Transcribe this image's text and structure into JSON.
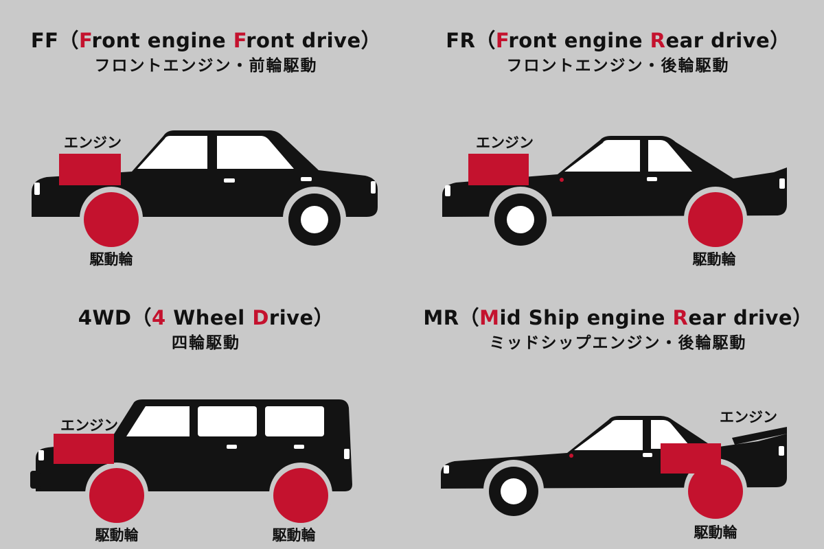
{
  "colors": {
    "background": "#c9c9c9",
    "accent": "#c4122e",
    "body": "#131313",
    "white": "#ffffff"
  },
  "panels": {
    "ff": {
      "title": {
        "pre": "FF（",
        "a1": "F",
        "mid1": "ront engine ",
        "a2": "F",
        "post": "ront drive）"
      },
      "subtitle": "フロントエンジン・前輪駆動",
      "engine_label": "エンジン",
      "front_wheel_label": "駆動輪"
    },
    "fr": {
      "title": {
        "pre": "FR（",
        "a1": "F",
        "mid1": "ront engine ",
        "a2": "R",
        "post": "ear drive）"
      },
      "subtitle": "フロントエンジン・後輪駆動",
      "engine_label": "エンジン",
      "rear_wheel_label": "駆動輪"
    },
    "awd": {
      "title": {
        "pre": "4WD（",
        "a1": "4",
        "mid1": " Wheel ",
        "a2": "D",
        "post": "rive）"
      },
      "subtitle": "四輪駆動",
      "engine_label": "エンジン",
      "front_wheel_label": "駆動輪",
      "rear_wheel_label": "駆動輪"
    },
    "mr": {
      "title": {
        "pre": "MR（",
        "a1": "M",
        "mid1": "id Ship engine ",
        "a2": "R",
        "post": "ear drive）"
      },
      "subtitle": "ミッドシップエンジン・後輪駆動",
      "engine_label": "エンジン",
      "rear_wheel_label": "駆動輪"
    }
  }
}
